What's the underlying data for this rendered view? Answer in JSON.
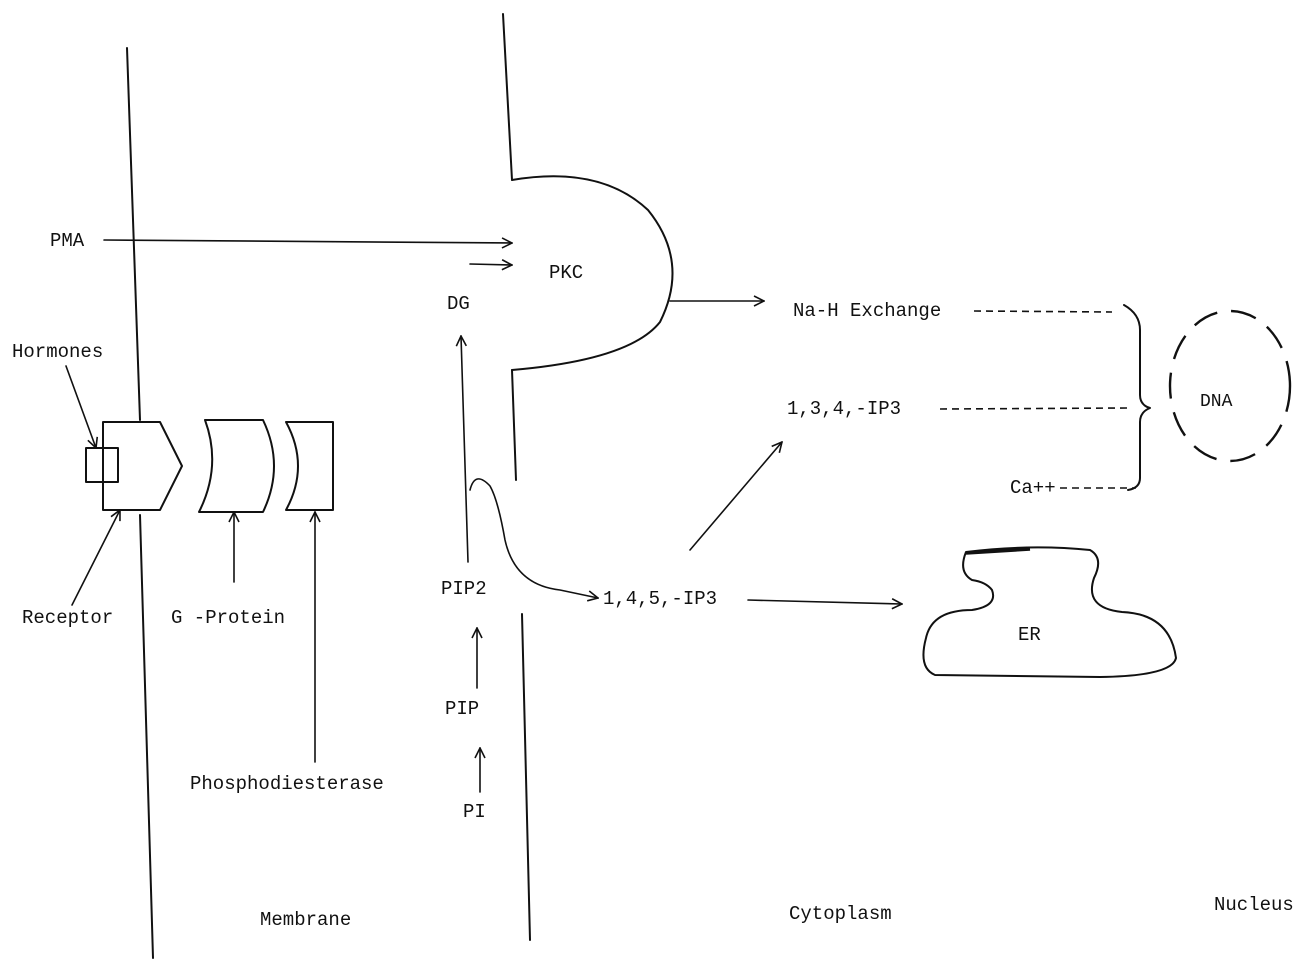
{
  "labels": {
    "pma": "PMA",
    "hormones": "Hormones",
    "receptor": "Receptor",
    "g_protein": "G -Protein",
    "phosphodiesterase": "Phosphodiesterase",
    "membrane": "Membrane",
    "dg": "DG",
    "pkc": "PKC",
    "pip2": "PIP2",
    "pip": "PIP",
    "pi": "PI",
    "ip3_145": "1,4,5,-IP3",
    "ip3_134": "1,3,4,-IP3",
    "na_h_exchange": "Na-H Exchange",
    "ca": "Ca++",
    "dna": "DNA",
    "er": "ER",
    "cytoplasm": "Cytoplasm",
    "nucleus": "Nucleus"
  }
}
